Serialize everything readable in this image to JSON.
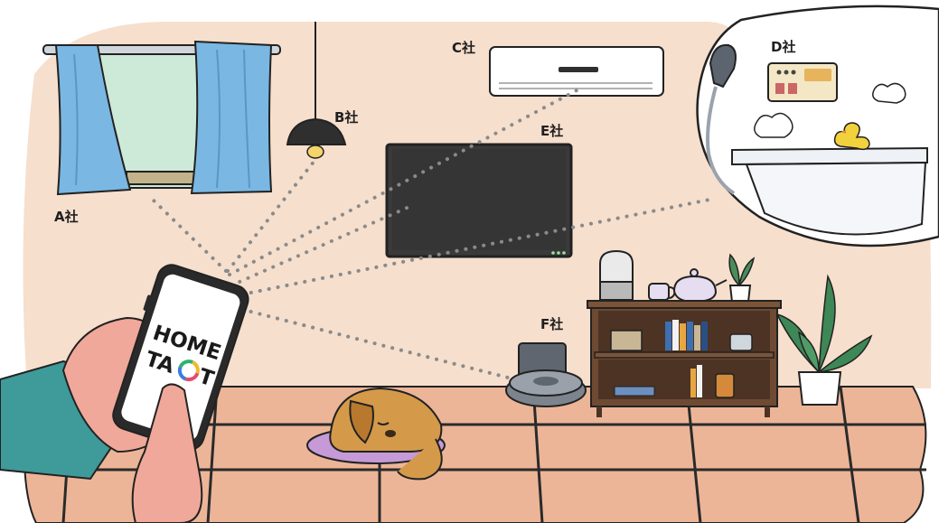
{
  "labels": {
    "a": "A社",
    "b": "B社",
    "c": "C社",
    "d": "D社",
    "e": "E社",
    "f": "F社"
  },
  "phone_app": {
    "line1": "HOME",
    "line2_left": "TA",
    "line2_right": "T",
    "logo_icon": "multicolor-o-ring-icon"
  },
  "colors": {
    "wall": "#f6dfcd",
    "floor": "#ecb598",
    "floor_grid": "#2a2a2a",
    "curtain": "#7ab7e3",
    "outline": "#222222",
    "signal_dots": "#8a8a8a",
    "dog": "#d49a4a",
    "mat": "#c59ad6",
    "shelf": "#6e4a33",
    "sleeve": "#3f9a9a",
    "hand": "#f0a89a"
  }
}
